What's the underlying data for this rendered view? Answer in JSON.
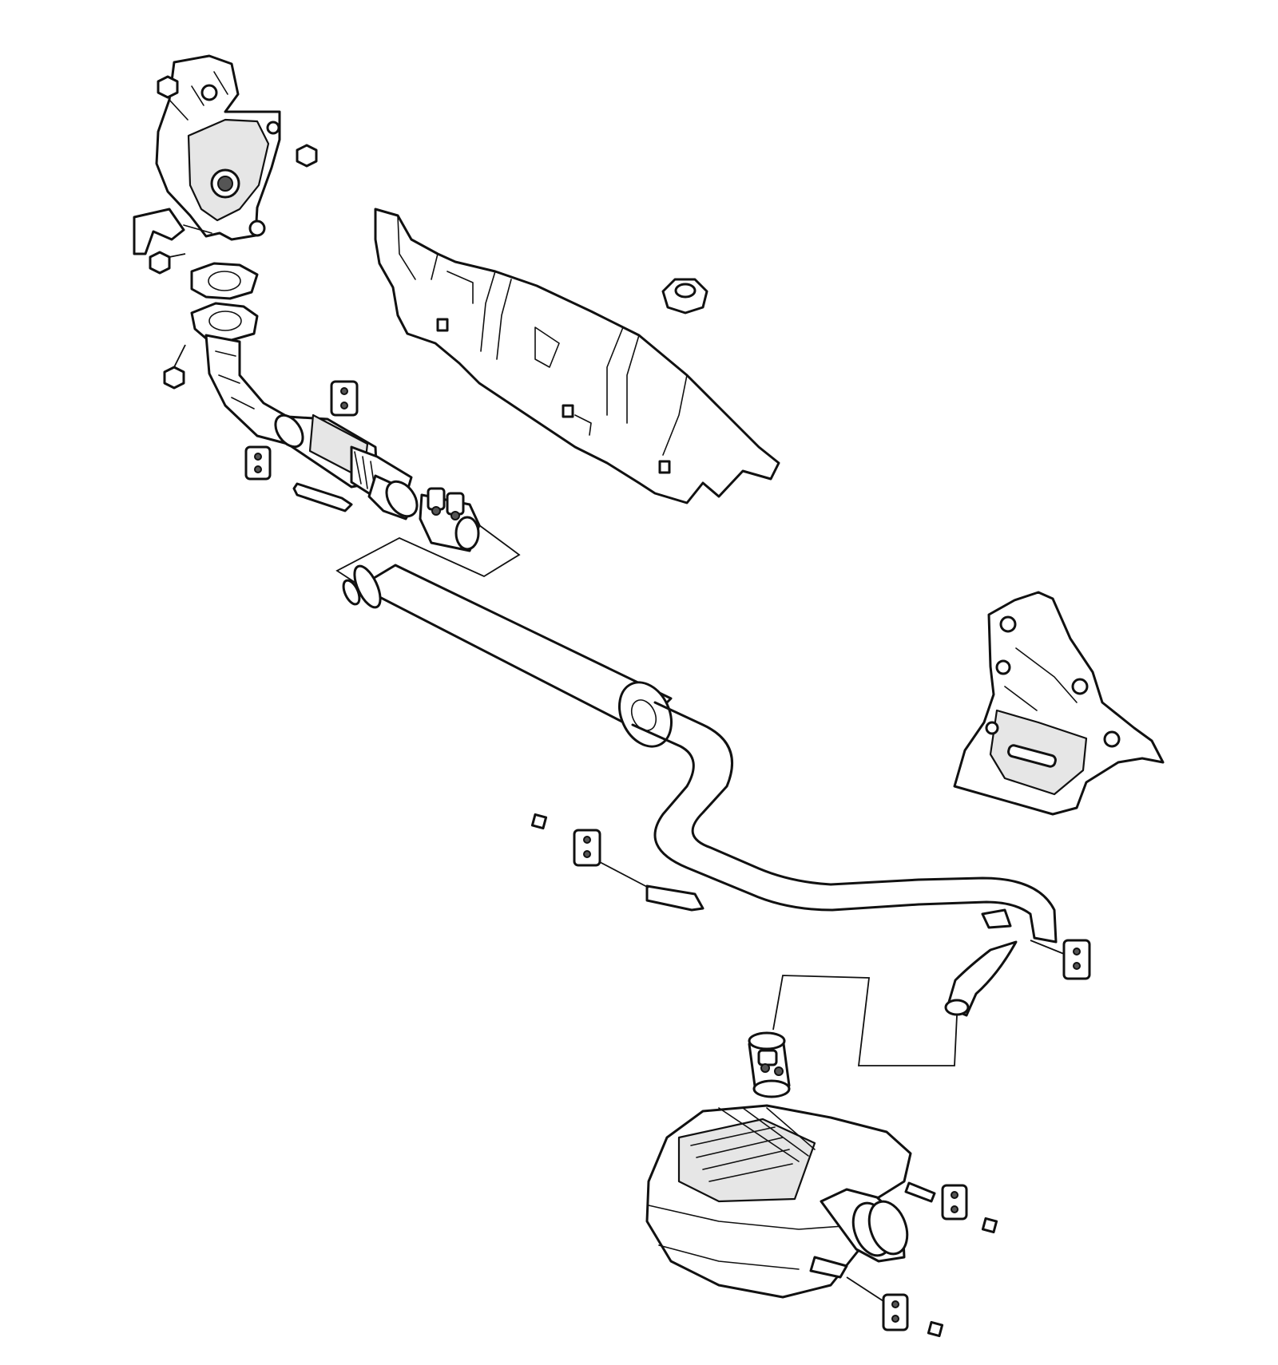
{
  "diagram": {
    "type": "exploded-parts-illustration",
    "subject": "exhaust system",
    "components": [
      {
        "id": "manifold-heat-shield",
        "icon": "heat-shield-icon"
      },
      {
        "id": "flange-gasket",
        "icon": "gasket-icon"
      },
      {
        "id": "front-pipe-catalytic-converter",
        "icon": "catalytic-converter-icon"
      },
      {
        "id": "center-tunnel-heat-shield",
        "icon": "heat-shield-icon"
      },
      {
        "id": "clamp-front",
        "icon": "clamp-icon"
      },
      {
        "id": "center-muffler-pipe",
        "icon": "muffler-icon"
      },
      {
        "id": "rear-heat-shield",
        "icon": "heat-shield-icon"
      },
      {
        "id": "intermediate-pipe",
        "icon": "pipe-icon"
      },
      {
        "id": "clamp-rear",
        "icon": "clamp-icon"
      },
      {
        "id": "rear-muffler-tailpipe",
        "icon": "muffler-icon"
      },
      {
        "id": "rubber-hangers",
        "icon": "hanger-icon"
      },
      {
        "id": "nuts-bolts",
        "icon": "nut-icon"
      }
    ],
    "colors": {
      "line": "#111111",
      "background": "#ffffff",
      "shade": "#e6e6e6"
    }
  }
}
